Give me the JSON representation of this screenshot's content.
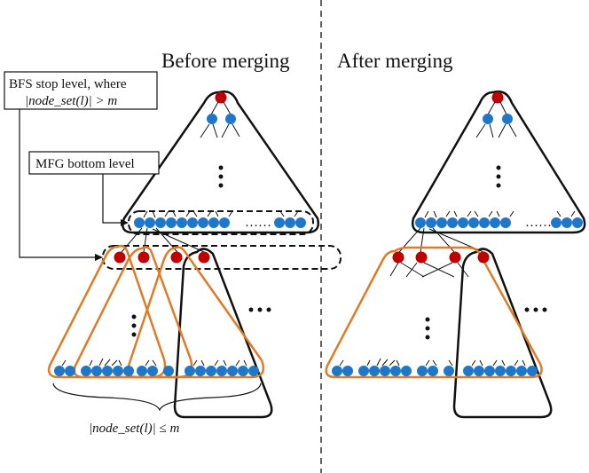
{
  "titles": {
    "before": "Before merging",
    "after": "After merging"
  },
  "callouts": {
    "bfs_line1": "BFS stop level, where",
    "bfs_line2": "|node_set(l)| > m",
    "mfg": "MFG bottom level"
  },
  "brace_label": "|node_set(l)| ≤ m",
  "ellipsis_dots": "……",
  "colors": {
    "node_blue": "#1f77c9",
    "node_red": "#c00000",
    "orange": "#e07b25",
    "black": "#111111"
  }
}
